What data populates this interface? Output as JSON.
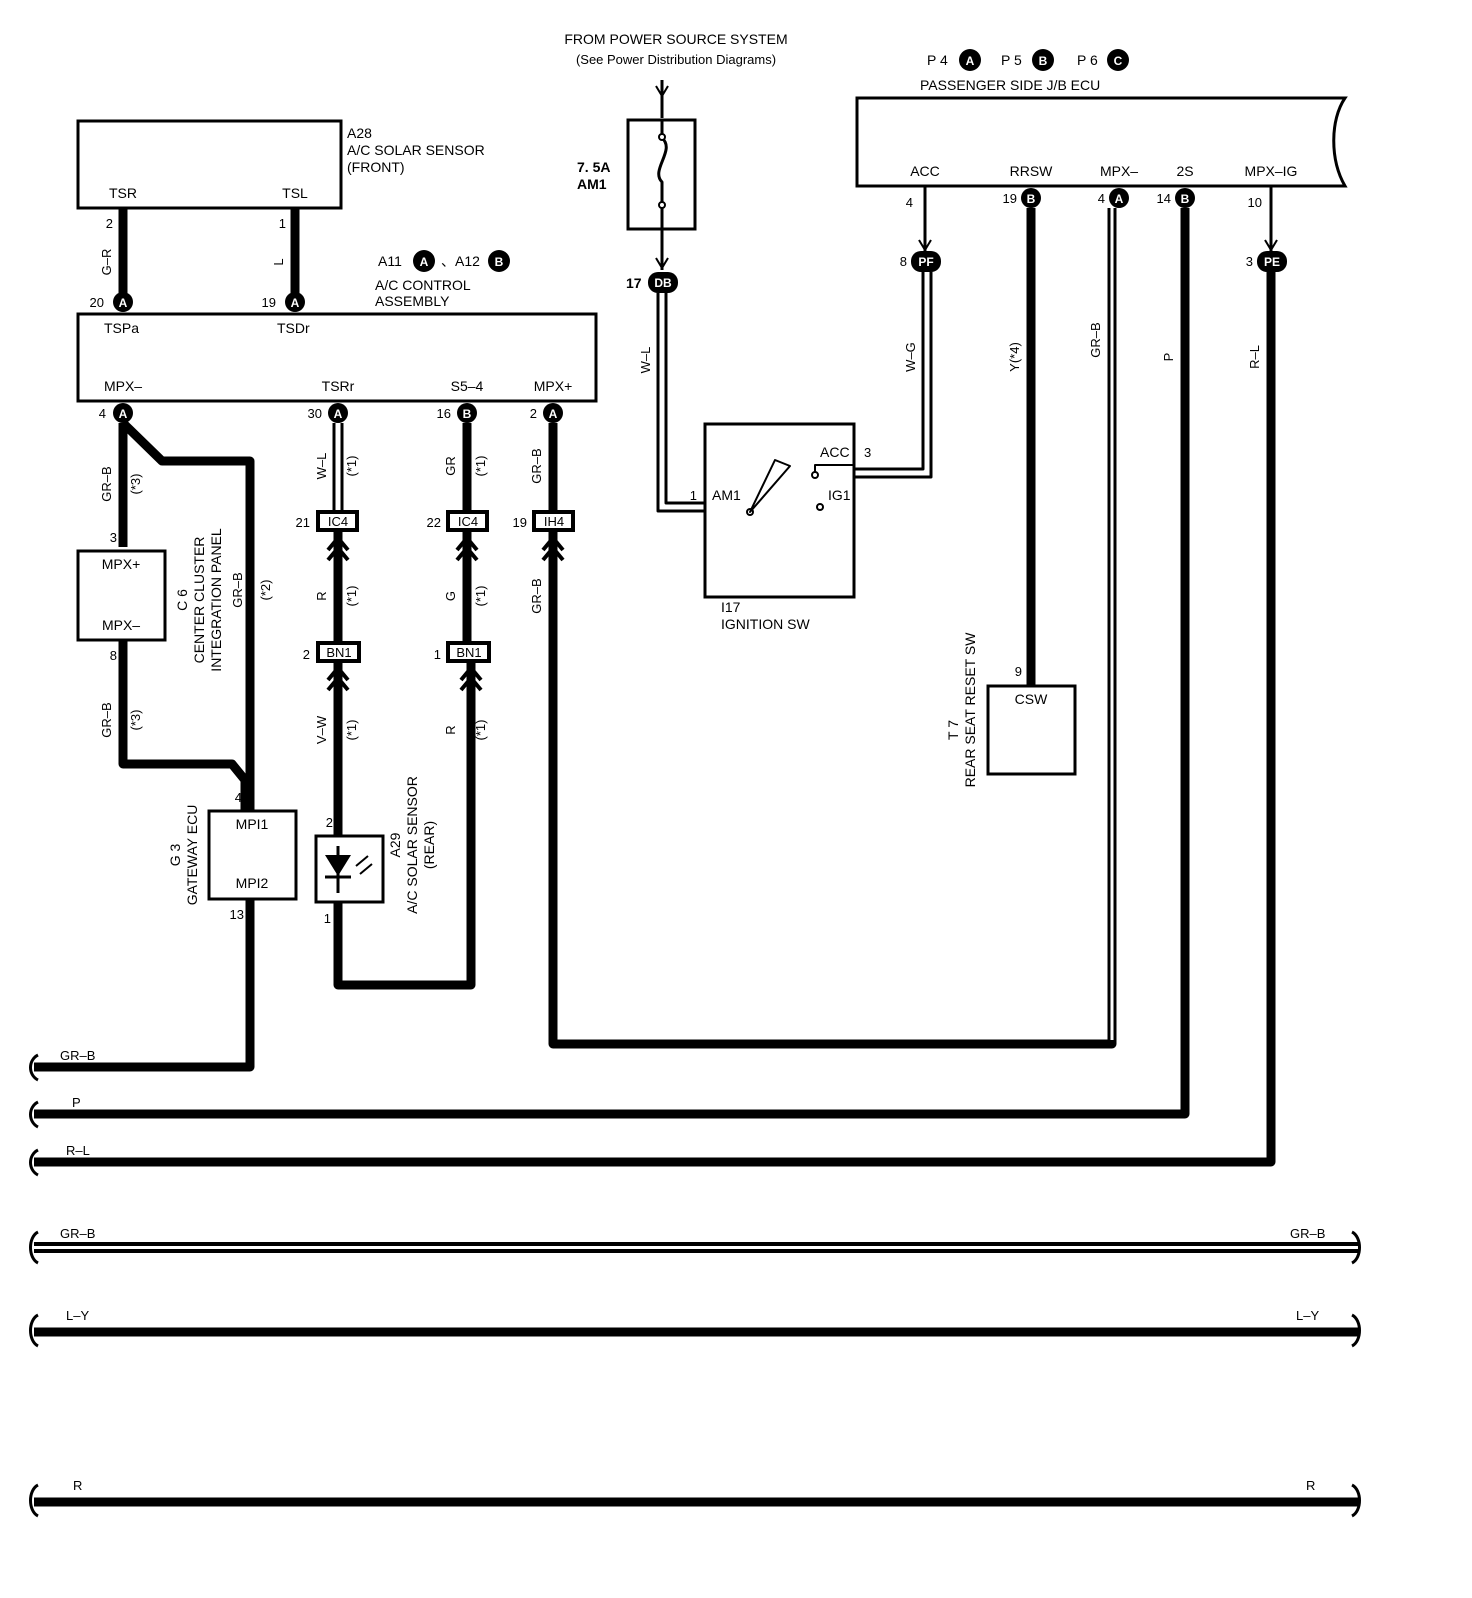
{
  "power": {
    "title": "FROM POWER SOURCE SYSTEM",
    "subtitle": "(See Power Distribution Diagrams)",
    "fuse_rating": "7. 5A",
    "fuse_name": "AM1",
    "fuse_pin": "17",
    "fuse_connector": "DB"
  },
  "jb_ecu": {
    "connectors": [
      {
        "code": "P 4",
        "letter": "A"
      },
      {
        "code": "P 5",
        "letter": "B"
      },
      {
        "code": "P 6",
        "letter": "C"
      }
    ],
    "name": "PASSENGER SIDE J/B ECU",
    "terminals": [
      {
        "name": "ACC",
        "pin": "4",
        "letter": ""
      },
      {
        "name": "RRSW",
        "pin": "19",
        "letter": "B"
      },
      {
        "name": "MPX–",
        "pin": "4",
        "letter": "A"
      },
      {
        "name": "2S",
        "pin": "14",
        "letter": "B"
      },
      {
        "name": "MPX–IG",
        "pin": "10",
        "letter": ""
      }
    ],
    "junctions": [
      {
        "pin": "8",
        "code": "PF"
      },
      {
        "pin": "3",
        "code": "PE"
      }
    ]
  },
  "solar_front": {
    "code": "A28",
    "name1": "A/C SOLAR SENSOR",
    "name2": "(FRONT)",
    "terminals": [
      {
        "name": "TSR",
        "pin": "2"
      },
      {
        "name": "TSL",
        "pin": "1"
      }
    ]
  },
  "ac_control": {
    "codes": [
      {
        "code": "A11",
        "letter": "A"
      },
      {
        "code": "A12",
        "letter": "B"
      }
    ],
    "name1": "A/C CONTROL",
    "name2": "ASSEMBLY",
    "top_terminals": [
      {
        "name": "TSPa",
        "pin": "20",
        "letter": "A"
      },
      {
        "name": "TSDr",
        "pin": "19",
        "letter": "A"
      }
    ],
    "bottom_terminals": [
      {
        "name": "MPX–",
        "pin": "4",
        "letter": "A"
      },
      {
        "name": "TSRr",
        "pin": "30",
        "letter": "A"
      },
      {
        "name": "S5–4",
        "pin": "16",
        "letter": "B"
      },
      {
        "name": "MPX+",
        "pin": "2",
        "letter": "A"
      }
    ]
  },
  "center_cluster": {
    "code": "C 6",
    "name1": "CENTER CLUSTER",
    "name2": "INTEGRATION PANEL",
    "terminals": [
      {
        "name": "MPX+",
        "pin": "3"
      },
      {
        "name": "MPX–",
        "pin": "8"
      }
    ]
  },
  "gateway": {
    "code": "G 3",
    "name": "GATEWAY ECU",
    "terminals": [
      {
        "name": "MPI1",
        "pin": "4"
      },
      {
        "name": "MPI2",
        "pin": "13"
      }
    ]
  },
  "solar_rear": {
    "code": "A29",
    "name1": "A/C SOLAR SENSOR",
    "name2": "(REAR)",
    "pins": [
      "2",
      "1"
    ]
  },
  "ignition": {
    "code": "I17",
    "name": "IGNITION SW",
    "terminals": [
      {
        "name": "AM1",
        "pin": "1"
      },
      {
        "name": "ACC",
        "pin": "3"
      },
      {
        "name": "IG1",
        "pin": ""
      }
    ]
  },
  "rear_seat": {
    "code": "T 7",
    "name": "REAR SEAT RESET SW",
    "terminal": "CSW",
    "pin": "9"
  },
  "connectors": [
    {
      "pin": "21",
      "code": "IC4"
    },
    {
      "pin": "22",
      "code": "IC4"
    },
    {
      "pin": "19",
      "code": "IH4"
    },
    {
      "pin": "2",
      "code": "BN1"
    },
    {
      "pin": "1",
      "code": "BN1"
    }
  ],
  "wire_labels": {
    "g_r": "G–R",
    "l": "L",
    "gr_b": "GR–B",
    "star3": "(*3)",
    "gr_b_2": "GR–B",
    "star2": "(*2)",
    "w_l": "W–L",
    "star1": "(*1)",
    "gr": "GR",
    "r": "R",
    "g": "G",
    "v_w": "V–W",
    "w_l_fuse": "W–L",
    "w_g": "W–G",
    "y4": "Y(*4)",
    "p": "P",
    "r_l": "R–L"
  },
  "bus_lines": [
    {
      "left": "GR–B",
      "right": ""
    },
    {
      "left": "P",
      "right": ""
    },
    {
      "left": "R–L",
      "right": ""
    },
    {
      "left": "GR–B",
      "right": "GR–B"
    },
    {
      "left": "L–Y",
      "right": "L–Y"
    },
    {
      "left": "R",
      "right": "R"
    }
  ]
}
